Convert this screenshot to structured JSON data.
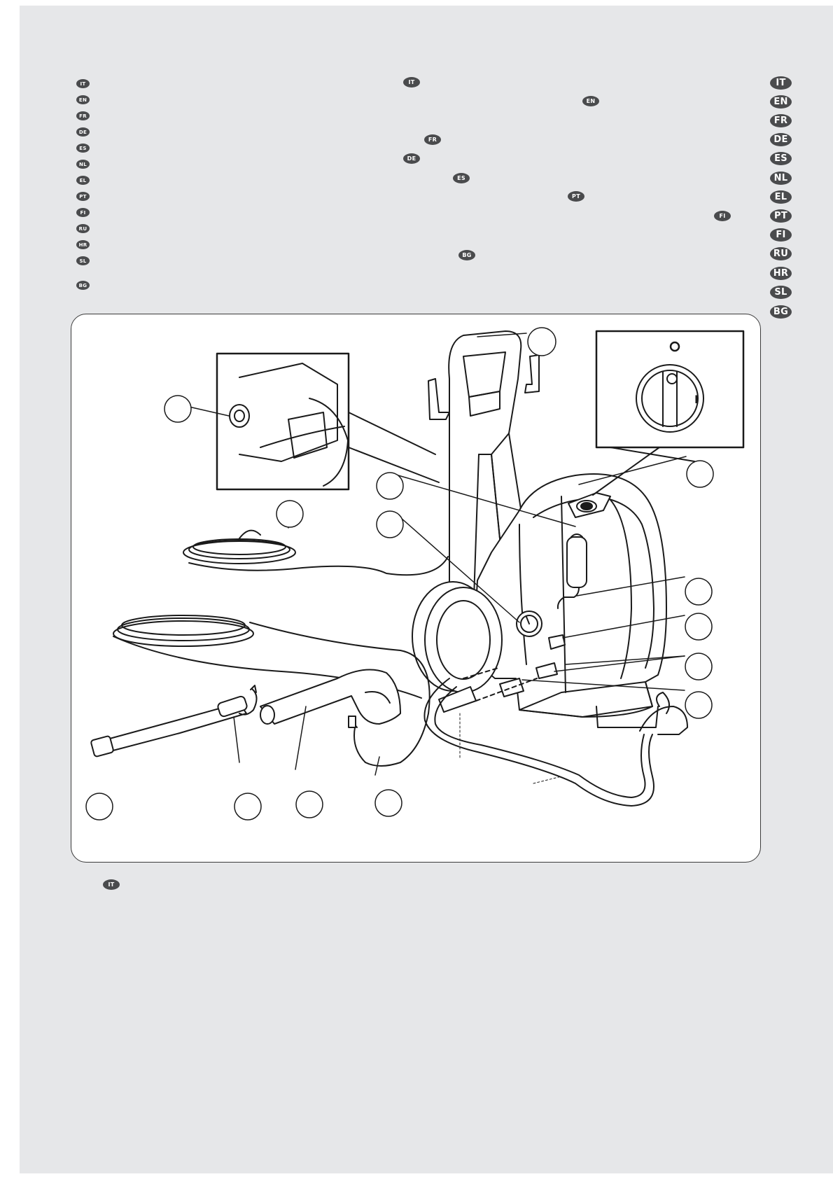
{
  "colors": {
    "page_background": "#e6e7e9",
    "badge_background": "#4a4b4d",
    "badge_text": "#ffffff",
    "line_art": "#1a1a1a"
  },
  "left_language_column": [
    "IT",
    "EN",
    "FR",
    "DE",
    "ES",
    "NL",
    "EL",
    "PT",
    "FI",
    "RU",
    "HR",
    "SL",
    "BG"
  ],
  "middle_language_badges": [
    "IT",
    "EN",
    "FR",
    "DE",
    "ES",
    "PT",
    "FI",
    "BG"
  ],
  "right_language_tabs": [
    "IT",
    "EN",
    "FR",
    "DE",
    "ES",
    "NL",
    "EL",
    "PT",
    "FI",
    "RU",
    "HR",
    "SL",
    "BG"
  ],
  "footer_language_badge": "IT",
  "figure": {
    "subject": "pressure-washer-exploded-view",
    "callout_count": 14,
    "switch_labels": {
      "off": "O",
      "on": "I"
    }
  }
}
